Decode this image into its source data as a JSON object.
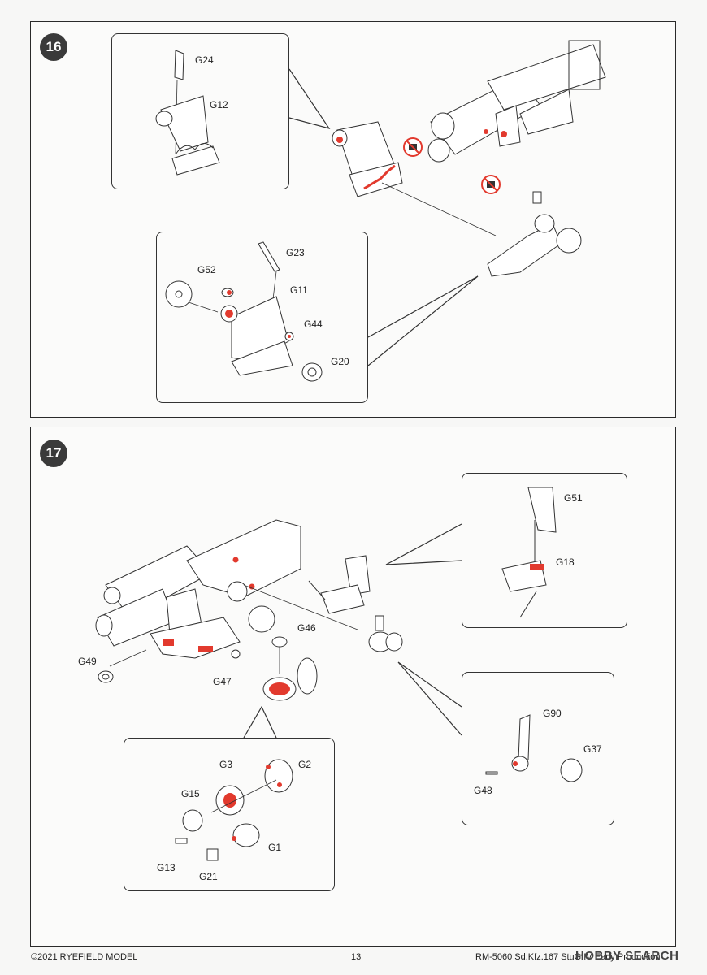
{
  "steps": [
    {
      "number": "16",
      "parts": [
        "G24",
        "G12",
        "G23",
        "G52",
        "G11",
        "G44",
        "G20"
      ]
    },
    {
      "number": "17",
      "parts": [
        "G51",
        "G18",
        "G46",
        "G49",
        "G47",
        "G3",
        "G2",
        "G15",
        "G13",
        "G21",
        "G1",
        "G90",
        "G37",
        "G48"
      ]
    }
  ],
  "colors": {
    "glue": "#e23a2e",
    "ink": "#333333",
    "badge": "#3a3a3a"
  },
  "icons": [
    "no-glue-icon"
  ],
  "footer": {
    "copyright": "©2021 RYEFIELD MODEL",
    "page": "13",
    "product": "RM-5060 Sd.Kfz.167 StuG.IV Early Production"
  },
  "watermark": "HOBBY SEARCH"
}
